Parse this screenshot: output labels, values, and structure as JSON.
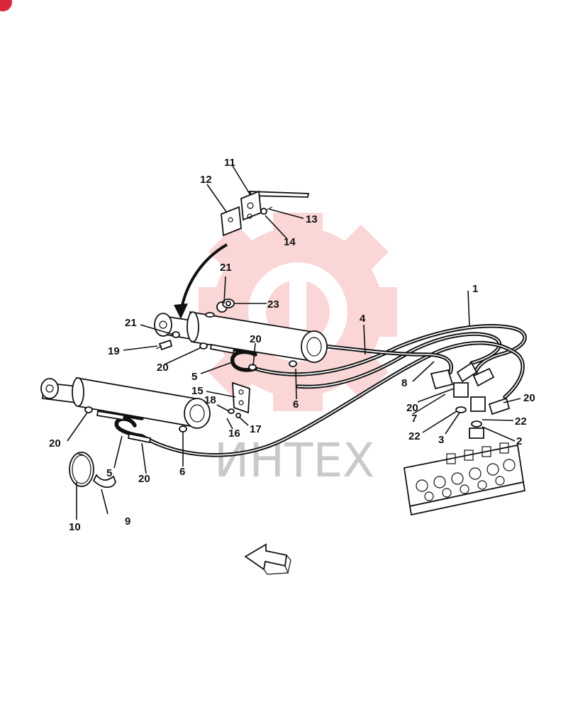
{
  "watermark": {
    "text": "ИНТЕХ",
    "color": "#f4a6a6"
  },
  "corner_badge": {
    "color": "#d9263a"
  },
  "callouts": [
    {
      "id": "c-1",
      "text": "1"
    },
    {
      "id": "c-2",
      "text": "2"
    },
    {
      "id": "c-3",
      "text": "3"
    },
    {
      "id": "c-4",
      "text": "4"
    },
    {
      "id": "c-5a",
      "text": "5"
    },
    {
      "id": "c-5b",
      "text": "5"
    },
    {
      "id": "c-6a",
      "text": "6"
    },
    {
      "id": "c-6b",
      "text": "6"
    },
    {
      "id": "c-7",
      "text": "7"
    },
    {
      "id": "c-8",
      "text": "8"
    },
    {
      "id": "c-9",
      "text": "9"
    },
    {
      "id": "c-10",
      "text": "10"
    },
    {
      "id": "c-11",
      "text": "11"
    },
    {
      "id": "c-12",
      "text": "12"
    },
    {
      "id": "c-13",
      "text": "13"
    },
    {
      "id": "c-14",
      "text": "14"
    },
    {
      "id": "c-15",
      "text": "15"
    },
    {
      "id": "c-16",
      "text": "16"
    },
    {
      "id": "c-17",
      "text": "17"
    },
    {
      "id": "c-18",
      "text": "18"
    },
    {
      "id": "c-19",
      "text": "19"
    },
    {
      "id": "c-20a",
      "text": "20"
    },
    {
      "id": "c-20b",
      "text": "20"
    },
    {
      "id": "c-20c",
      "text": "20"
    },
    {
      "id": "c-20d",
      "text": "20"
    },
    {
      "id": "c-20e",
      "text": "20"
    },
    {
      "id": "c-20f",
      "text": "20"
    },
    {
      "id": "c-21a",
      "text": "21"
    },
    {
      "id": "c-21b",
      "text": "21"
    },
    {
      "id": "c-22a",
      "text": "22"
    },
    {
      "id": "c-22b",
      "text": "22"
    },
    {
      "id": "c-23",
      "text": "23"
    }
  ]
}
